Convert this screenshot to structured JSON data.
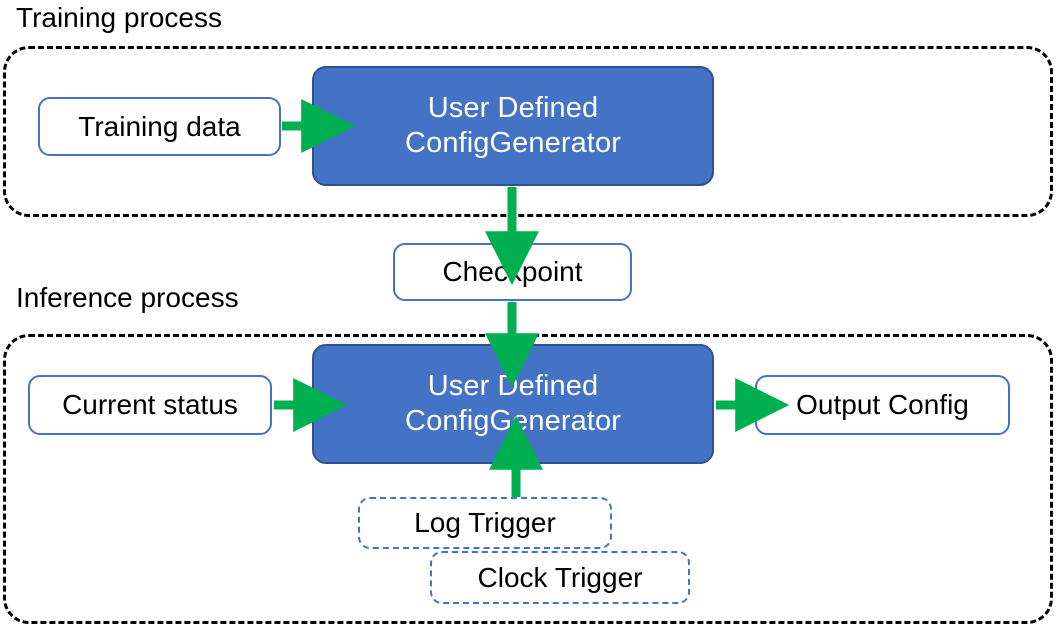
{
  "diagram": {
    "title_training": "Training process",
    "title_inference": "Inference process",
    "colors": {
      "process_fill": "#4472C4",
      "process_border": "#2F528F",
      "data_border": "#4472C4",
      "arrow": "#00B050",
      "group_border": "#000000",
      "text_on_process": "#FFFFFF",
      "text_default": "#000000"
    }
  },
  "training": {
    "group_label": "Training process",
    "input_box": "Training data",
    "process_line1": "User Defined",
    "process_line2": "ConfigGenerator"
  },
  "checkpoint": {
    "label": "Checkpoint"
  },
  "inference": {
    "group_label": "Inference process",
    "input_box": "Current status",
    "process_line1": "User Defined",
    "process_line2": "ConfigGenerator",
    "output_box": "Output Config",
    "trigger_log": "Log Trigger",
    "trigger_clock": "Clock Trigger"
  },
  "edges": [
    {
      "name": "training-data-to-process",
      "from": "Training data",
      "to": "User Defined ConfigGenerator",
      "direction": "right"
    },
    {
      "name": "process-to-checkpoint",
      "from": "User Defined ConfigGenerator",
      "to": "Checkpoint",
      "direction": "down"
    },
    {
      "name": "checkpoint-to-inference-process",
      "from": "Checkpoint",
      "to": "User Defined ConfigGenerator",
      "direction": "down"
    },
    {
      "name": "current-status-to-process",
      "from": "Current status",
      "to": "User Defined ConfigGenerator",
      "direction": "right"
    },
    {
      "name": "process-to-output-config",
      "from": "User Defined ConfigGenerator",
      "to": "Output Config",
      "direction": "right"
    },
    {
      "name": "triggers-to-process",
      "from": "Log Trigger / Clock Trigger",
      "to": "User Defined ConfigGenerator",
      "direction": "up"
    }
  ]
}
